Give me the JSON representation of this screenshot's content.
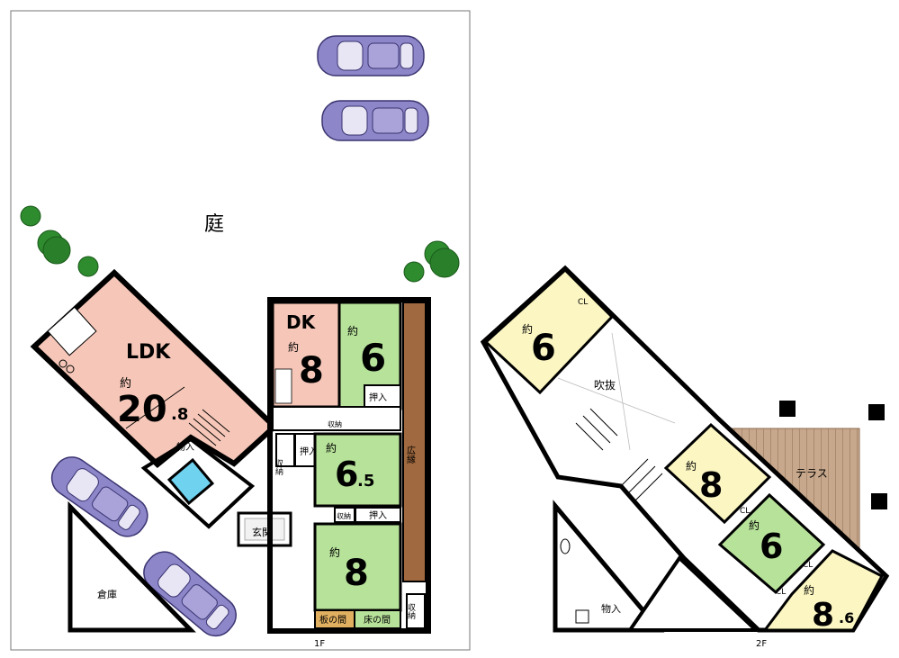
{
  "floor1": {
    "garden": "庭",
    "ldk": {
      "name": "LDK",
      "approx": "約",
      "size_main": "20",
      "size_dec": ".8"
    },
    "dk": {
      "name": "DK",
      "approx": "約",
      "size": "8"
    },
    "room6": {
      "approx": "約",
      "size": "6"
    },
    "room65": {
      "approx": "約",
      "size_main": "6",
      "size_dec": ".5"
    },
    "room8": {
      "approx": "約",
      "size": "8"
    },
    "oshiire": "押入",
    "shuno": "収納",
    "monoire": "物入",
    "hiroen": "広縁",
    "genkan": "玄関",
    "itanoma": "板の間",
    "tokonoma": "床の間",
    "souko": "倉庫",
    "floor_label": "1F"
  },
  "floor2": {
    "room6a": {
      "approx": "約",
      "size": "6"
    },
    "cl": "CL",
    "fukinuke": "吹抜",
    "terrace": "テラス",
    "room8": {
      "approx": "約",
      "size": "8"
    },
    "room6b": {
      "approx": "約",
      "size": "6"
    },
    "room86": {
      "approx": "約",
      "size_main": "8",
      "size_dec": ".6"
    },
    "monoire": "物入",
    "floor_label": "2F"
  },
  "colors": {
    "ldk_pink": "#f6c7b8",
    "tatami_green": "#b7e29a",
    "western_yellow": "#fbf6c2",
    "hiroen_brown": "#a0693f",
    "terrace_brown": "#c7a88c",
    "car_purple": "#8d86c9",
    "tree_green": "#2e8b2e",
    "bath_blue": "#6fd3f0",
    "wall": "#000000"
  }
}
